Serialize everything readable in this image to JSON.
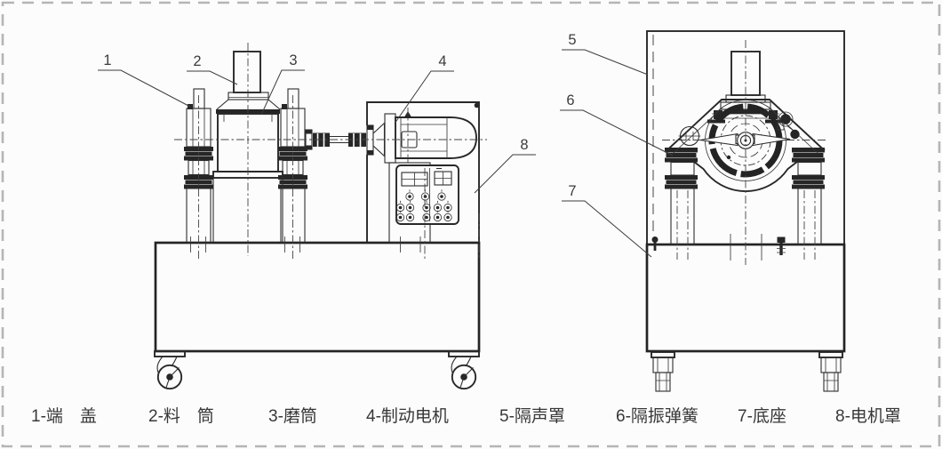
{
  "figure": {
    "type": "technical-drawing",
    "callouts": [
      "1",
      "2",
      "3",
      "4",
      "5",
      "6",
      "7",
      "8"
    ],
    "caption": [
      "1-端　盖",
      "2-料　筒",
      "3-磨筒",
      "4-制动电机",
      "5-隔声罩",
      "6-隔振弹簧",
      "7-底座",
      "8-电机罩"
    ]
  }
}
